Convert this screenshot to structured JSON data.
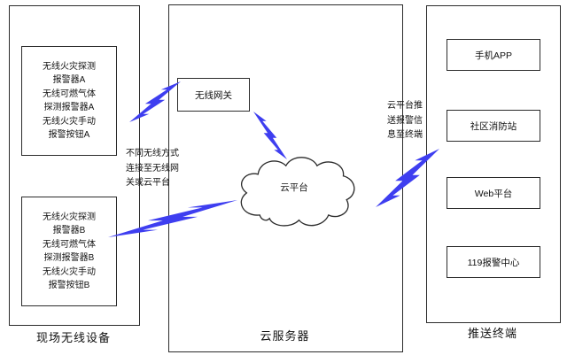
{
  "diagram": {
    "left_panel": {
      "label": "现场无线设备",
      "group_a": "无线火灾探测\n报警器A\n无线可燃气体\n探测报警器A\n无线火灾手动\n报警按钮A",
      "group_b": "无线火灾探测\n报警器B\n无线可燃气体\n探测报警器B\n无线火灾手动\n报警按钮B"
    },
    "middle_panel": {
      "label": "云服务器",
      "gateway_label": "无线网关",
      "cloud_label": "云平台",
      "connection_note": "不同无线方式\n连接至无线网\n关或云平台"
    },
    "right_panel": {
      "label": "推送终端",
      "push_note": "云平台推\n送报警信\n息至终端",
      "terminals": [
        "手机APP",
        "社区消防站",
        "Web平台",
        "119报警中心"
      ]
    },
    "colors": {
      "bolt_blue": "#3e3ef0"
    }
  }
}
